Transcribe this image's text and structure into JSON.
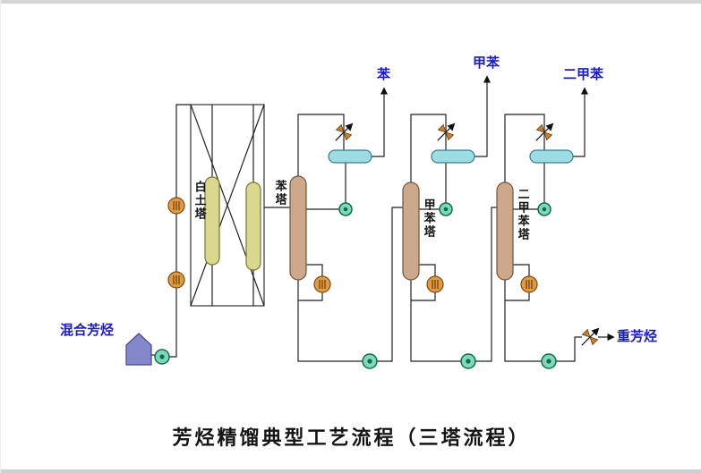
{
  "title": "芳烃精馏典型工艺流程（三塔流程）",
  "streams": {
    "feed": "混合芳烃",
    "benzene": "苯",
    "toluene": "甲苯",
    "xylene": "二甲苯",
    "heavy_aromatics": "重芳烃"
  },
  "equipment": {
    "clay_tower": "白土塔",
    "benzene_tower": "苯塔",
    "toluene_tower": "甲苯塔",
    "xylene_tower": "二甲苯塔"
  },
  "icons": {
    "control-valve-icon": "bowtie with diagonal arrow",
    "pump-icon": "green circle with dark core",
    "heat-exchanger-icon": "orange hatched circle",
    "reflux-drum-icon": "horizontal teal capsule",
    "feed-tank-icon": "purple pentagon vessel"
  },
  "colors": {
    "stream_label": "#1b1bc8",
    "line": "#222222",
    "tower_fill": "#cda88b",
    "clay_vessel_fill": "#d8d88f",
    "drum_fill": "#9cdce2",
    "pump_fill": "#7fd8bc",
    "pump_core": "#0f6e46",
    "valve_fill": "#c87f2e",
    "exchanger_fill": "#e09a40",
    "tank_fill": "#8487c9"
  }
}
